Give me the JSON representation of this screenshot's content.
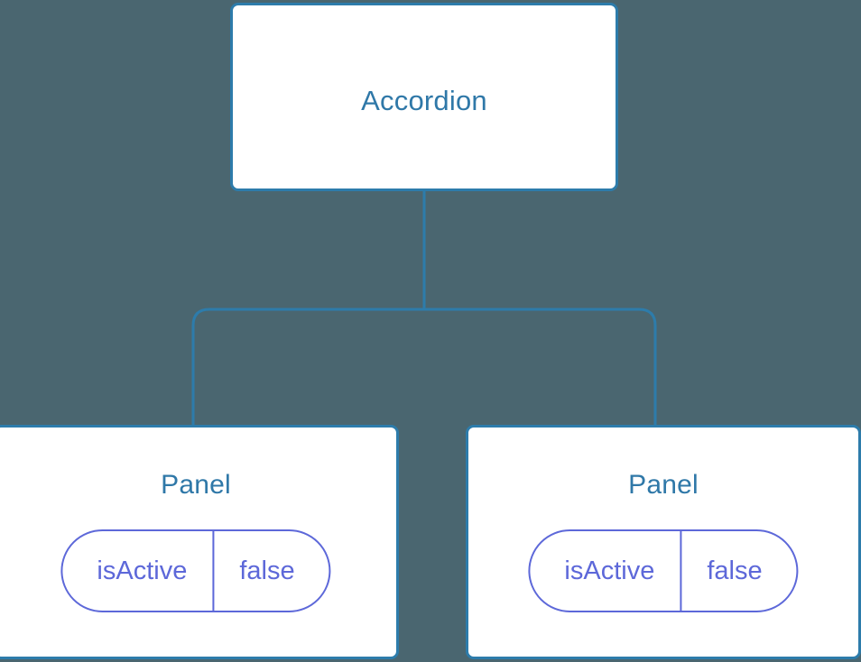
{
  "diagram": {
    "type": "component-tree",
    "background_color": "#4a6670",
    "node_border_color": "#2d7cab",
    "node_title_color": "#2f78a8",
    "prop_color": "#5d68d9",
    "connector_color": "#2d7cab",
    "root": {
      "title": "Accordion"
    },
    "children": [
      {
        "title": "Panel",
        "props": [
          {
            "key": "isActive",
            "value": "false"
          }
        ]
      },
      {
        "title": "Panel",
        "props": [
          {
            "key": "isActive",
            "value": "false"
          }
        ]
      }
    ]
  }
}
